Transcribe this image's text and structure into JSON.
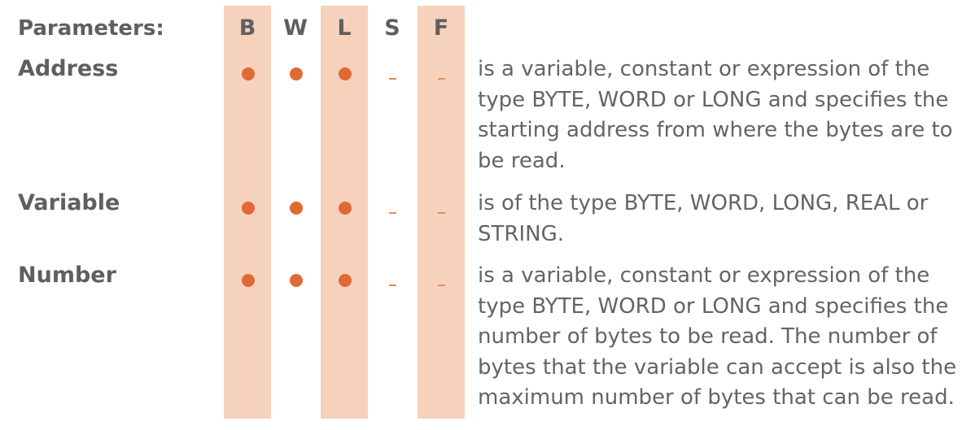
{
  "header": {
    "title": "Parameters:",
    "columns": [
      "B",
      "W",
      "L",
      "S",
      "F"
    ]
  },
  "parameters": [
    {
      "name": "Address",
      "support": [
        "dot",
        "dot",
        "dot",
        "dash",
        "dash"
      ],
      "description": "is a variable, constant or expression of the type BYTE, WORD or LONG and specifies the starting address from where the bytes are to be read."
    },
    {
      "name": "Variable",
      "support": [
        "dot",
        "dot",
        "dot",
        "dash",
        "dash"
      ],
      "description": "is of the type BYTE, WORD, LONG, REAL or STRING."
    },
    {
      "name": "Number",
      "support": [
        "dot",
        "dot",
        "dot",
        "dash",
        "dash"
      ],
      "description": "is a variable, constant or expression of the type BYTE, WORD or LONG and specifies the number of bytes to be read. The number of bytes that the variable can accept is also the maximum number of bytes that can be read."
    }
  ],
  "colors": {
    "band": "#f6d2bd",
    "dot": "#e06a33",
    "dash": "#e58a5c",
    "text": "#646464"
  }
}
